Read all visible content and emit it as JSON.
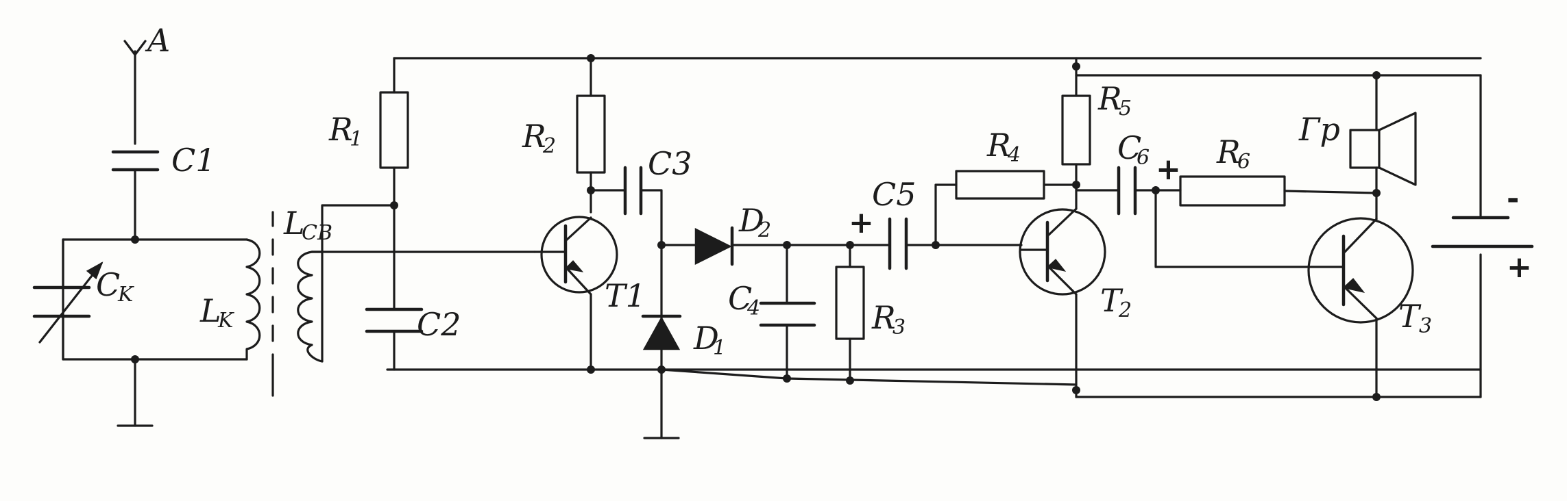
{
  "labels": {
    "antenna": "A",
    "c1": "C1",
    "ck": "C",
    "ck_sub": "K",
    "lk": "L",
    "lk_sub": "K",
    "lsv": "L",
    "lsv_sub": "CB",
    "r1": "R",
    "r1_sub": "1",
    "c2": "C2",
    "r2": "R",
    "r2_sub": "2",
    "c3": "C3",
    "t1": "T1",
    "d2": "D",
    "d2_sub": "2",
    "d1": "D",
    "d1_sub": "1",
    "c4": "C",
    "c4_sub": "4",
    "r3": "R",
    "r3_sub": "3",
    "c5": "C5",
    "r4": "R",
    "r4_sub": "4",
    "r5": "R",
    "r5_sub": "5",
    "c6": "C",
    "c6_sub": "6",
    "t2": "T",
    "t2_sub": "2",
    "r6": "R",
    "r6_sub": "6",
    "speaker": "Гр",
    "t3": "T",
    "t3_sub": "3",
    "c5_plus": "+",
    "c6_plus": "+",
    "battery_minus": "-",
    "battery_plus": "+"
  },
  "icons": [
    "antenna-icon",
    "variable-capacitor-icon",
    "inductor-icon",
    "resistor-icon",
    "capacitor-icon",
    "npn-transistor-icon",
    "diode-icon",
    "speaker-icon",
    "battery-icon",
    "ground-icon"
  ]
}
